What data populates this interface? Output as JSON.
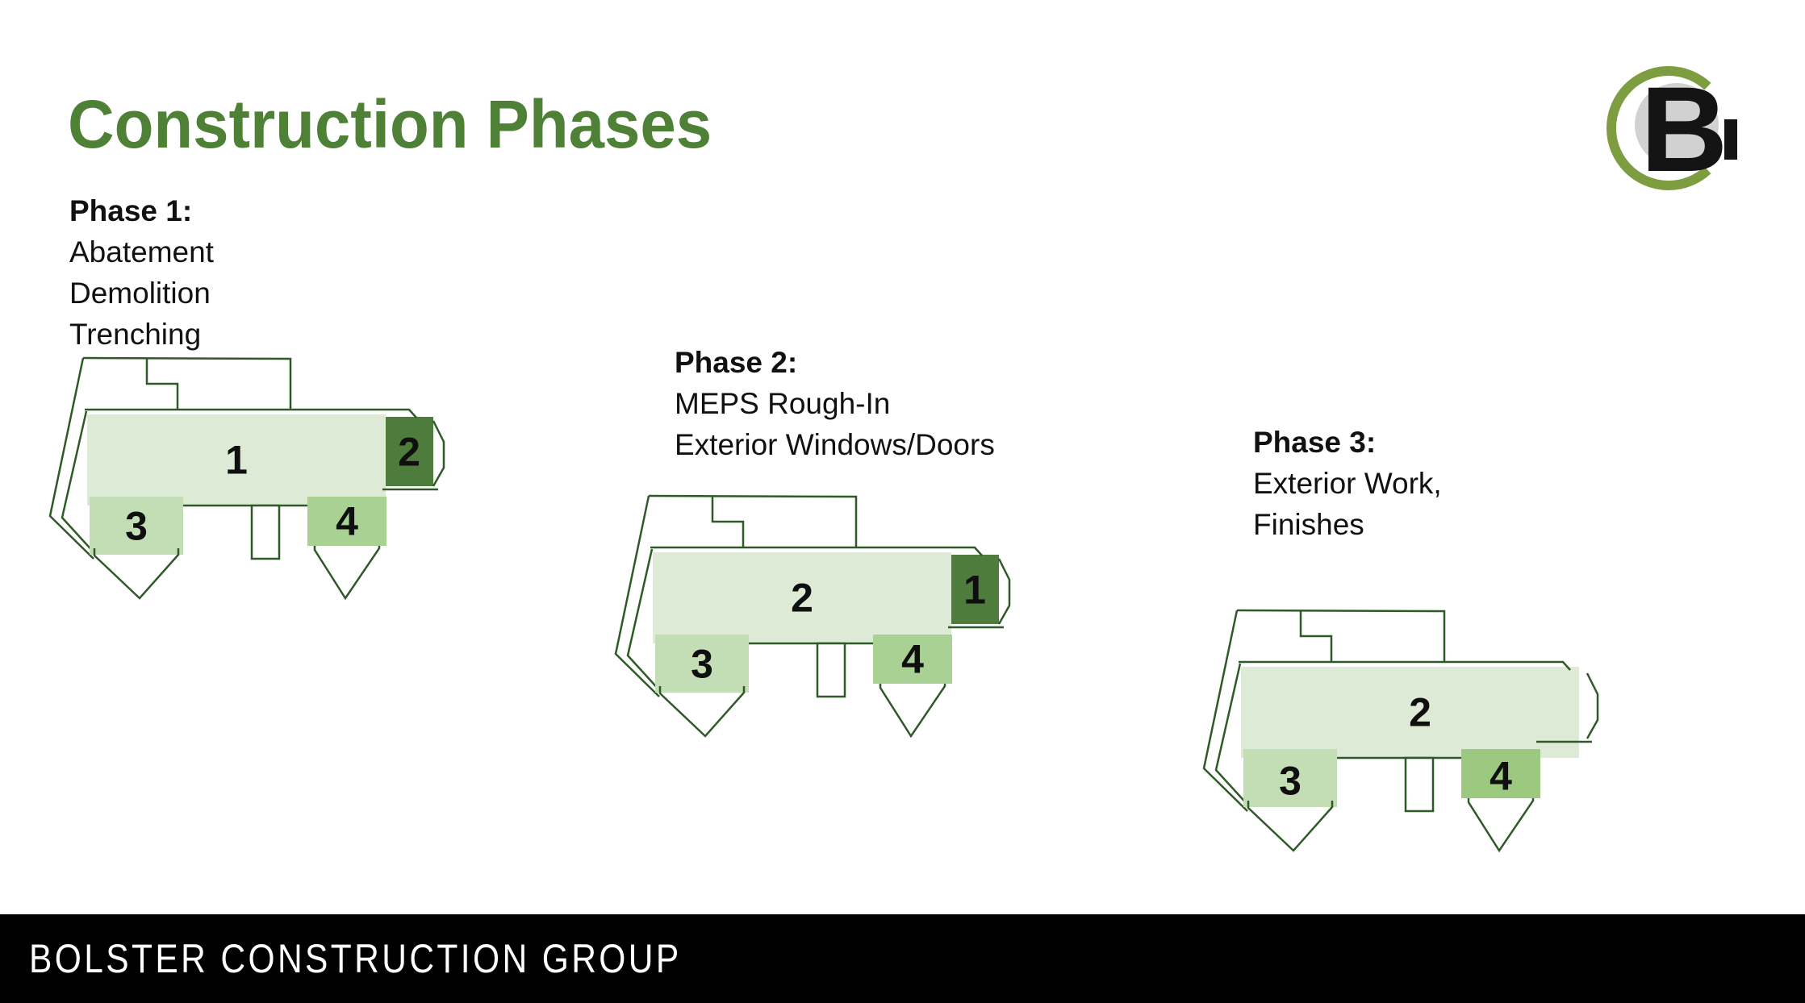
{
  "title": "Construction Phases",
  "phases": [
    {
      "heading": "Phase 1:",
      "lines": [
        "Abatement",
        "Demolition",
        "Trenching"
      ],
      "regions": {
        "main": "1",
        "dark": "2",
        "bottom_left": "3",
        "bottom_right": "4"
      }
    },
    {
      "heading": "Phase 2:",
      "lines": [
        "MEPS Rough-In",
        "Exterior Windows/Doors"
      ],
      "regions": {
        "main": "2",
        "dark": "1",
        "bottom_left": "3",
        "bottom_right": "4"
      }
    },
    {
      "heading": "Phase 3:",
      "lines": [
        "Exterior Work,",
        "Finishes"
      ],
      "regions": {
        "main": "2",
        "bottom_left": "3",
        "bottom_right": "4"
      }
    }
  ],
  "plan_colors": {
    "main": "#dcead6",
    "dark": "#4d7c3c",
    "bottom_left": "#c3ddb5",
    "bottom_right": "#a9d193",
    "bottom_right_phase3": "#9cc87f",
    "outline": "#2f5a28"
  },
  "logo": {
    "letter": "B",
    "colors": {
      "ring": "#7e9d40",
      "circle": "#d1d1d1",
      "letter": "#141414"
    }
  },
  "title_color": "#4e8136",
  "footer": {
    "company": "BOLSTER CONSTRUCTION GROUP",
    "background": "#000000"
  }
}
